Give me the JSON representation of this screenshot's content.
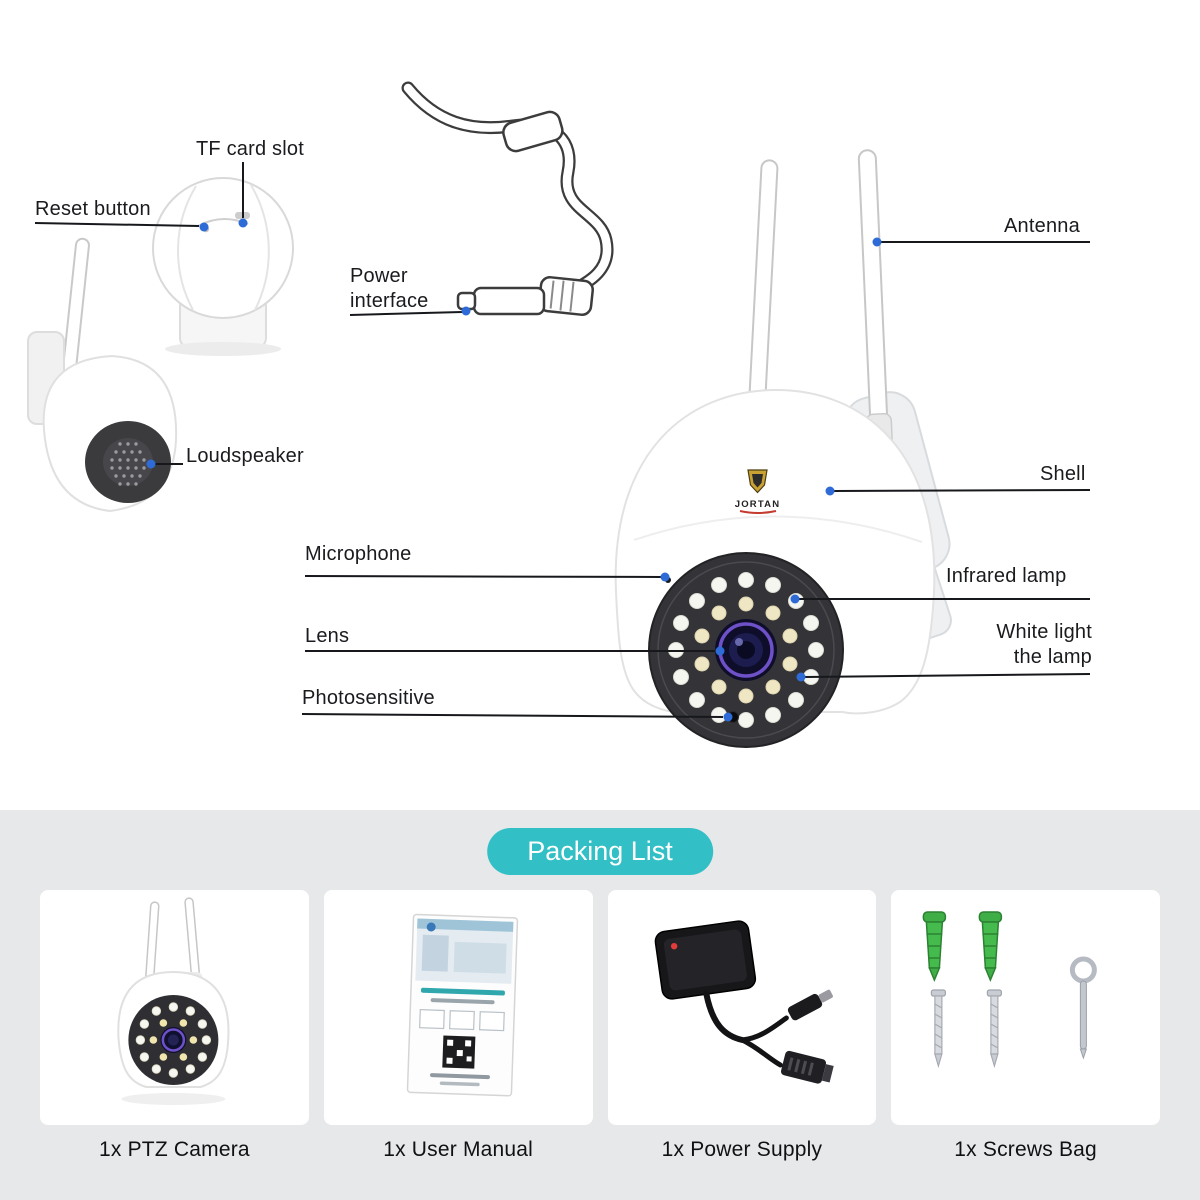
{
  "colors": {
    "accent_teal": "#32bfc6",
    "callout_dot_blue": "#2e6bd6",
    "callout_line": "#17181c",
    "section_bg": "#e7e8ea",
    "lens_ring_purple": "#6e51c8"
  },
  "diagram": {
    "brand": "JORTAN",
    "labels": {
      "tf_card_slot": "TF card slot",
      "reset_button": "Reset button",
      "power_interface": "Power interface",
      "antenna": "Antenna",
      "loudspeaker": "Loudspeaker",
      "shell": "Shell",
      "microphone": "Microphone",
      "infrared_lamp": "Infrared lamp",
      "white_light_lamp": "White light the lamp",
      "lens": "Lens",
      "photosensitive": "Photosensitive"
    },
    "illustrations": [
      "camera-head-front",
      "side-ptz-camera",
      "power-cable",
      "main-ptz-camera"
    ]
  },
  "packing_list": {
    "title": "Packing List",
    "items": [
      {
        "label": "1x PTZ Camera",
        "image": "ptz-camera-image"
      },
      {
        "label": "1x User Manual",
        "image": "user-manual-image"
      },
      {
        "label": "1x Power Supply",
        "image": "power-supply-image"
      },
      {
        "label": "1x Screws Bag",
        "image": "screws-bag-image"
      }
    ]
  }
}
